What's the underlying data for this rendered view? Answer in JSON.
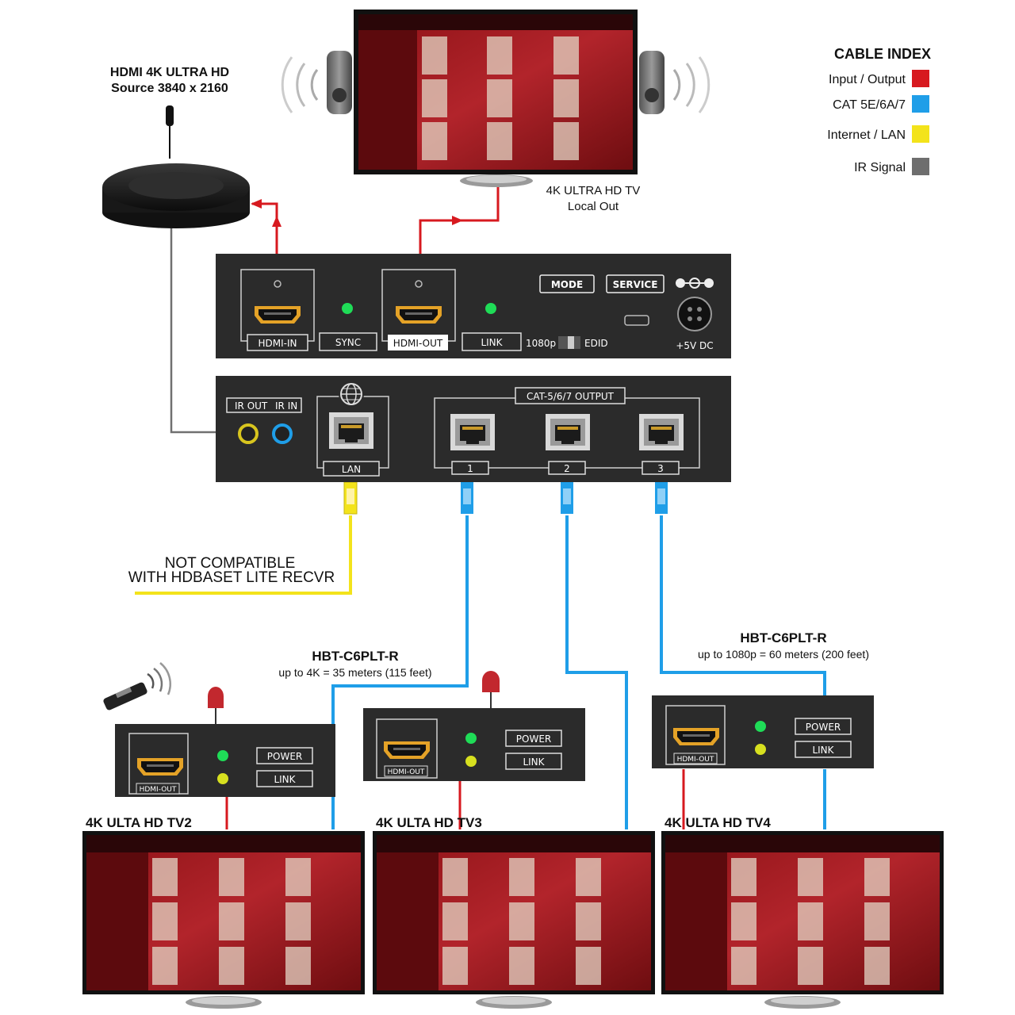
{
  "source": {
    "line1": "HDMI 4K ULTRA HD",
    "line2": "Source 3840 x 2160"
  },
  "local_tv": {
    "line1": "4K ULTRA HD TV",
    "line2": "Local Out"
  },
  "cable_index": {
    "title": "CABLE INDEX",
    "items": [
      {
        "label": "Input / Output",
        "color": "#d7191f"
      },
      {
        "label": "CAT 5E/6A/7",
        "color": "#1f9ee8"
      },
      {
        "label": "Internet / LAN",
        "color": "#f3e31b"
      },
      {
        "label": "IR Signal",
        "color": "#6e6e6e"
      }
    ]
  },
  "top_panel": {
    "hdmi_in": "HDMI-IN",
    "sync": "SYNC",
    "hdmi_out": "HDMI-OUT",
    "link": "LINK",
    "mode": "MODE",
    "service": "SERVICE",
    "edid_left": "1080p",
    "edid_right": "EDID",
    "power": "+5V DC"
  },
  "bottom_panel": {
    "ir_out": "IR OUT",
    "ir_in": "IR IN",
    "lan": "LAN",
    "output_title": "CAT-5/6/7 OUTPUT",
    "ports": [
      "1",
      "2",
      "3"
    ]
  },
  "note": {
    "line1": "NOT COMPATIBLE",
    "line2": "WITH HDBASET LITE RECVR"
  },
  "receiver_left": {
    "model": "HBT-C6PLT-R",
    "range": "up to 4K = 35 meters (115 feet)"
  },
  "receiver_right": {
    "model": "HBT-C6PLT-R",
    "range": "up to 1080p = 60 meters (200 feet)"
  },
  "receiver_panel": {
    "hdmi_out": "HDMI-OUT",
    "power": "POWER",
    "link": "LINK"
  },
  "tvs": [
    {
      "label": "4K ULTA HD TV2"
    },
    {
      "label": "4K ULTA HD TV3"
    },
    {
      "label": "4K ULTA HD TV4"
    }
  ]
}
